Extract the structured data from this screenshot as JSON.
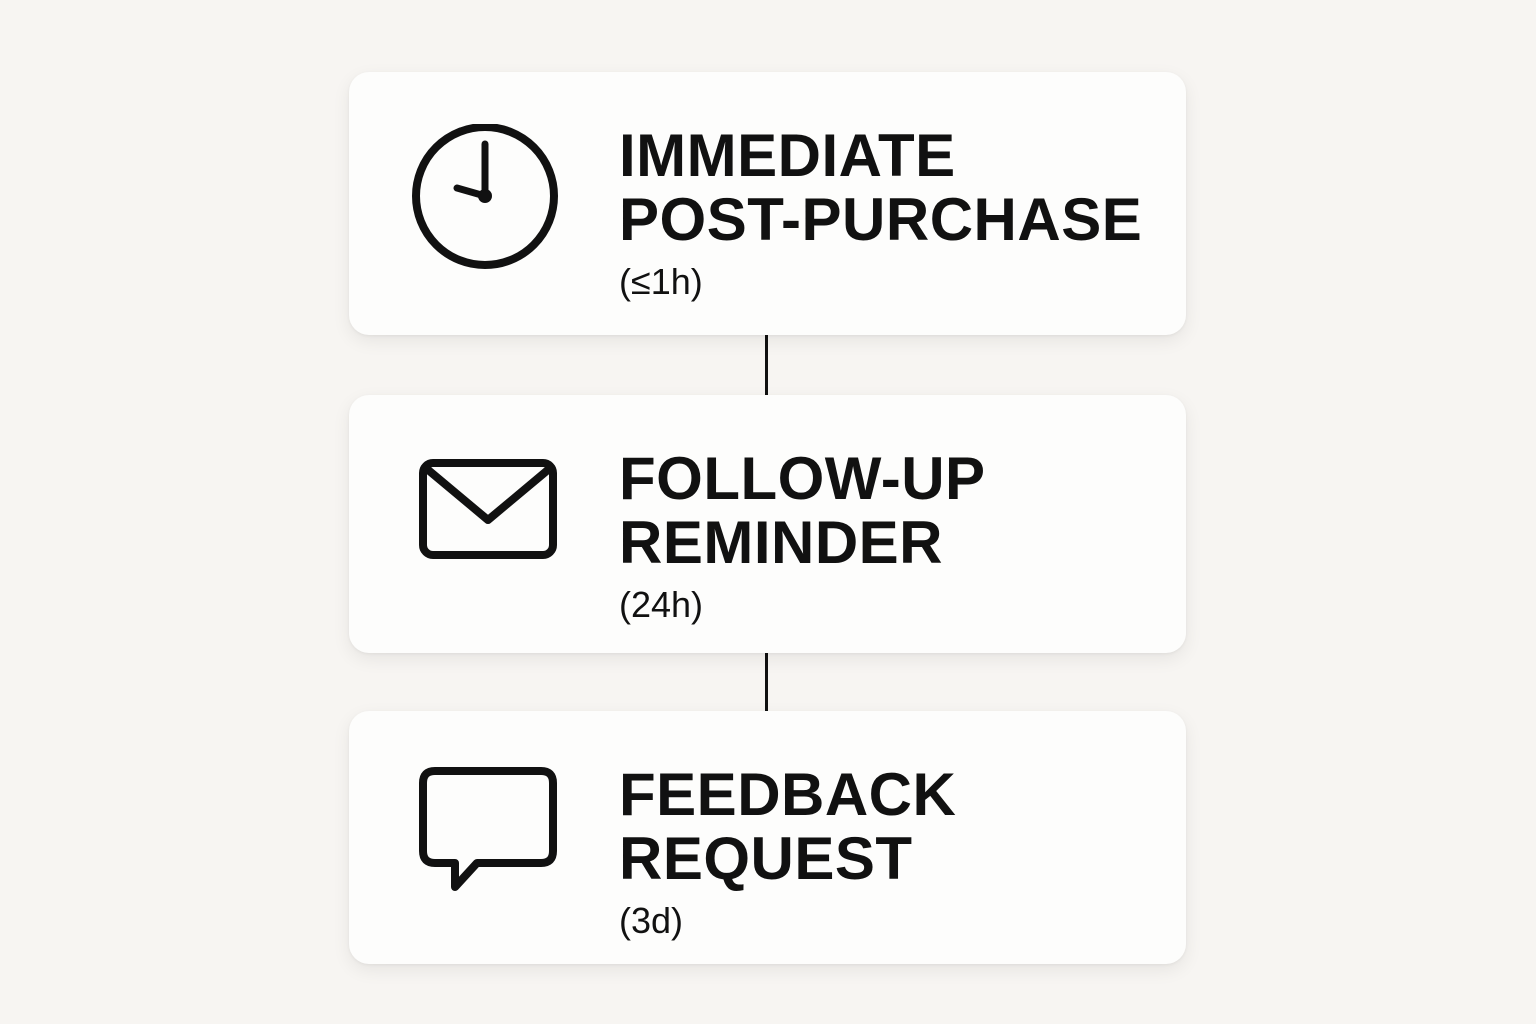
{
  "steps": [
    {
      "title_line1": "IMMEDIATE",
      "title_line2": "POST-PURCHASE",
      "timing": "(≤1h)",
      "icon": "clock-icon"
    },
    {
      "title_line1": "FOLLOW-UP",
      "title_line2": "REMINDER",
      "timing": "(24h)",
      "icon": "envelope-icon"
    },
    {
      "title_line1": "FEEDBACK",
      "title_line2": "REQUEST",
      "timing": "(3d)",
      "icon": "chat-bubble-icon"
    }
  ],
  "colors": {
    "background": "#f7f5f2",
    "card": "#fdfdfc",
    "ink": "#111111"
  }
}
